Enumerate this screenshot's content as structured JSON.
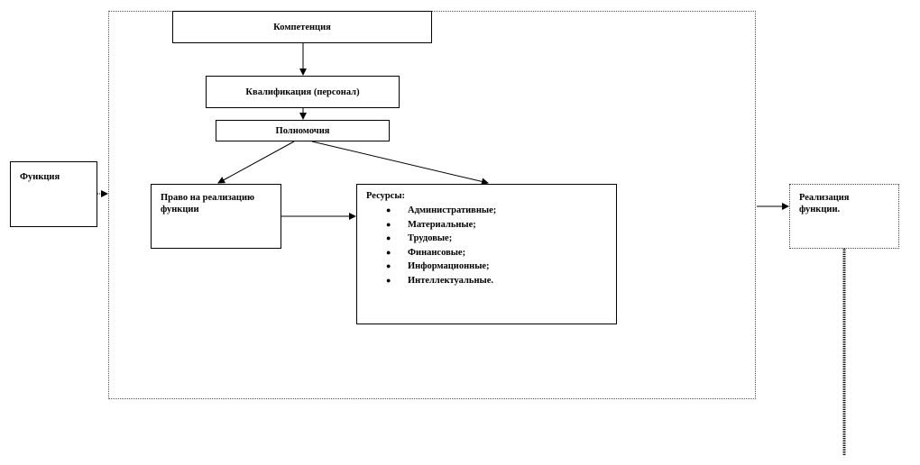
{
  "diagram": {
    "competence": "Компетенция",
    "qualification": "Квалификация (персонал)",
    "powers": "Полномочия",
    "right_to_implement": "Право на реализацию функции",
    "resources": {
      "title": "Ресурсы:",
      "items": [
        "Административные;",
        "Материальные;",
        "Трудовые;",
        "Финансовые;",
        "Информационные;",
        "Интеллектуальные."
      ]
    },
    "function": "Функция",
    "function_realization": "Реализация функции."
  }
}
